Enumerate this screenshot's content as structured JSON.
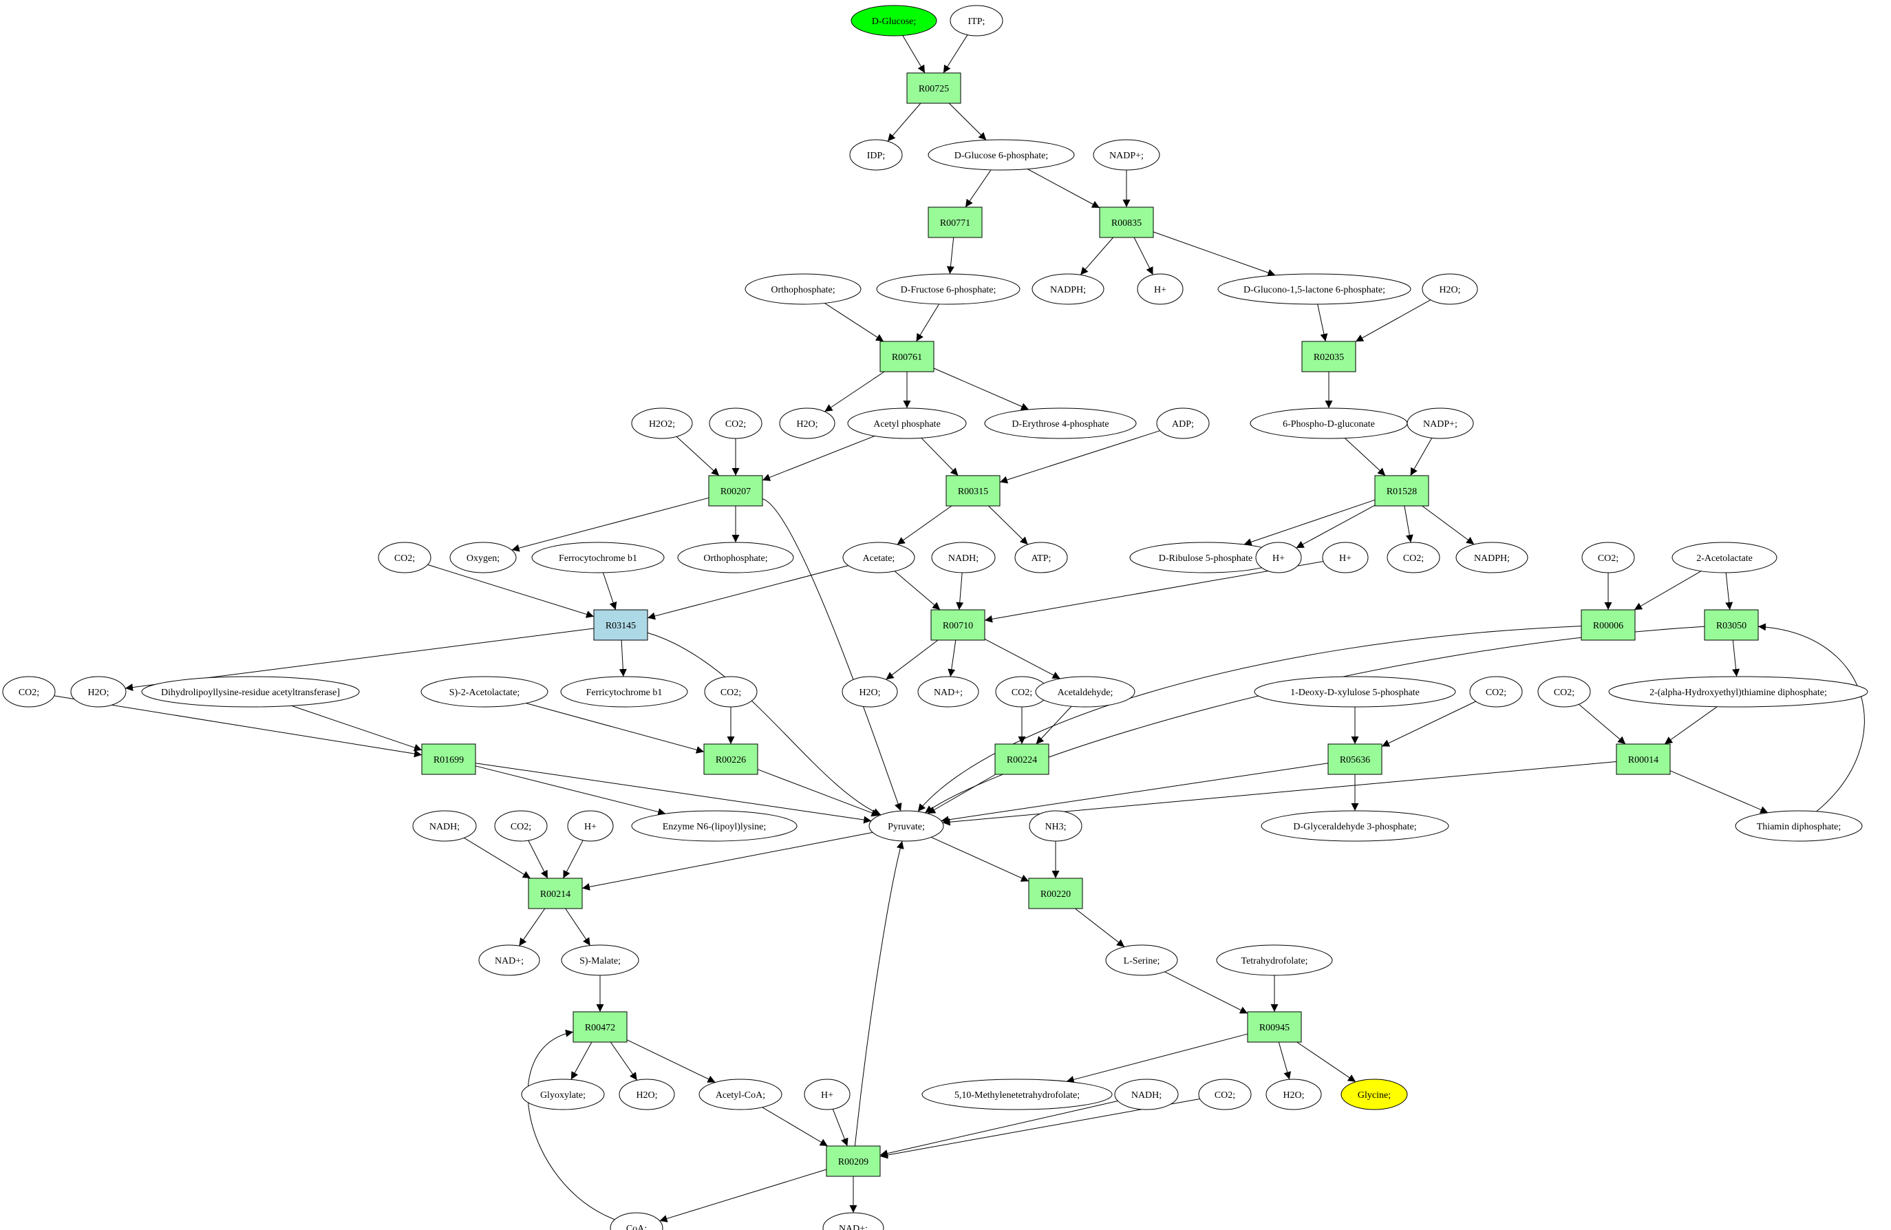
{
  "diagram": {
    "colors": {
      "compound": "#ffffff",
      "source_compound": "#00ff00",
      "target_compound": "#ffff00",
      "reaction": "#98fb98",
      "highlight_reaction": "#add8e6",
      "edge": "#000000"
    },
    "compounds": [
      {
        "id": "c_dglucose",
        "label": "D-Glucose;",
        "role": "source"
      },
      {
        "id": "c_itp",
        "label": "ITP;"
      },
      {
        "id": "c_idp",
        "label": "IDP;"
      },
      {
        "id": "c_g6p",
        "label": "D-Glucose 6-phosphate;"
      },
      {
        "id": "c_nadp1",
        "label": "NADP+;"
      },
      {
        "id": "c_nadph1",
        "label": "NADPH;"
      },
      {
        "id": "c_h1",
        "label": "H+"
      },
      {
        "id": "c_glucono",
        "label": "D-Glucono-1,5-lactone 6-phosphate;"
      },
      {
        "id": "c_h2o1",
        "label": "H2O;"
      },
      {
        "id": "c_ortho1",
        "label": "Orthophosphate;"
      },
      {
        "id": "c_f6p",
        "label": "D-Fructose 6-phosphate;"
      },
      {
        "id": "c_h2o2",
        "label": "H2O2;"
      },
      {
        "id": "c_co2_1",
        "label": "CO2;"
      },
      {
        "id": "c_h2o2b",
        "label": "H2O;"
      },
      {
        "id": "c_acetylp",
        "label": "Acetyl phosphate"
      },
      {
        "id": "c_e4p",
        "label": "D-Erythrose 4-phosphate"
      },
      {
        "id": "c_adp",
        "label": "ADP;"
      },
      {
        "id": "c_6pg",
        "label": "6-Phospho-D-gluconate"
      },
      {
        "id": "c_nadp2",
        "label": "NADP+;"
      },
      {
        "id": "c_co2_2",
        "label": "CO2;"
      },
      {
        "id": "c_oxygen",
        "label": "Oxygen;"
      },
      {
        "id": "c_ferrocyt",
        "label": "Ferrocytochrome b1"
      },
      {
        "id": "c_ortho2",
        "label": "Orthophosphate;"
      },
      {
        "id": "c_acetate",
        "label": "Acetate;"
      },
      {
        "id": "c_nadh1",
        "label": "NADH;"
      },
      {
        "id": "c_atp",
        "label": "ATP;"
      },
      {
        "id": "c_r5p",
        "label": "D-Ribulose 5-phosphate"
      },
      {
        "id": "c_h2",
        "label": "H+"
      },
      {
        "id": "c_h3",
        "label": "H+"
      },
      {
        "id": "c_co2_3",
        "label": "CO2;"
      },
      {
        "id": "c_nadph2",
        "label": "NADPH;"
      },
      {
        "id": "c_co2_4",
        "label": "CO2;"
      },
      {
        "id": "c_2acetolactate",
        "label": "2-Acetolactate"
      },
      {
        "id": "c_co2_5",
        "label": "CO2;"
      },
      {
        "id": "c_h2o3",
        "label": "H2O;"
      },
      {
        "id": "c_dihydro",
        "label": "Dihydrolipoyllysine-residue acetyltransferase]"
      },
      {
        "id": "c_s2acetolactate",
        "label": "S)-2-Acetolactate;"
      },
      {
        "id": "c_ferricyt",
        "label": "Ferricytochrome b1"
      },
      {
        "id": "c_co2_6",
        "label": "CO2;"
      },
      {
        "id": "c_h2o4",
        "label": "H2O;"
      },
      {
        "id": "c_nad1",
        "label": "NAD+;"
      },
      {
        "id": "c_co2_7",
        "label": "CO2;"
      },
      {
        "id": "c_acetaldehyde",
        "label": "Acetaldehyde;"
      },
      {
        "id": "c_deoxyxyl",
        "label": "1-Deoxy-D-xylulose 5-phosphate"
      },
      {
        "id": "c_co2_8",
        "label": "CO2;"
      },
      {
        "id": "c_co2_9",
        "label": "CO2;"
      },
      {
        "id": "c_hydroxyethyl",
        "label": "2-(alpha-Hydroxyethyl)thiamine diphosphate;"
      },
      {
        "id": "c_nadh2",
        "label": "NADH;"
      },
      {
        "id": "c_co2_10",
        "label": "CO2;"
      },
      {
        "id": "c_h4",
        "label": "H+"
      },
      {
        "id": "c_enzyme",
        "label": "Enzyme N6-(lipoyl)lysine;"
      },
      {
        "id": "c_pyruvate",
        "label": "Pyruvate;"
      },
      {
        "id": "c_nh3",
        "label": "NH3;"
      },
      {
        "id": "c_g3p",
        "label": "D-Glyceraldehyde 3-phosphate;"
      },
      {
        "id": "c_thiamin",
        "label": "Thiamin diphosphate;"
      },
      {
        "id": "c_nad2",
        "label": "NAD+;"
      },
      {
        "id": "c_smalate",
        "label": "S)-Malate;"
      },
      {
        "id": "c_lserine",
        "label": "L-Serine;"
      },
      {
        "id": "c_thf",
        "label": "Tetrahydrofolate;"
      },
      {
        "id": "c_glyoxylate",
        "label": "Glyoxylate;"
      },
      {
        "id": "c_h2o5",
        "label": "H2O;"
      },
      {
        "id": "c_acetylcoa",
        "label": "Acetyl-CoA;"
      },
      {
        "id": "c_h5",
        "label": "H+"
      },
      {
        "id": "c_methylene",
        "label": "5,10-Methylenetetrahydrofolate;"
      },
      {
        "id": "c_nadh3",
        "label": "NADH;"
      },
      {
        "id": "c_co2_11",
        "label": "CO2;"
      },
      {
        "id": "c_h2o6",
        "label": "H2O;"
      },
      {
        "id": "c_glycine",
        "label": "Glycine;",
        "role": "target"
      },
      {
        "id": "c_coa",
        "label": "CoA;"
      },
      {
        "id": "c_nad3",
        "label": "NAD+;"
      }
    ],
    "reactions": [
      {
        "id": "r_R00725",
        "label": "R00725"
      },
      {
        "id": "r_R00771",
        "label": "R00771"
      },
      {
        "id": "r_R00835",
        "label": "R00835"
      },
      {
        "id": "r_R00761",
        "label": "R00761"
      },
      {
        "id": "r_R02035",
        "label": "R02035"
      },
      {
        "id": "r_R00207",
        "label": "R00207"
      },
      {
        "id": "r_R00315",
        "label": "R00315"
      },
      {
        "id": "r_R01528",
        "label": "R01528"
      },
      {
        "id": "r_R03145",
        "label": "R03145",
        "role": "highlight"
      },
      {
        "id": "r_R00710",
        "label": "R00710"
      },
      {
        "id": "r_R00006",
        "label": "R00006"
      },
      {
        "id": "r_R03050",
        "label": "R03050"
      },
      {
        "id": "r_R01699",
        "label": "R01699"
      },
      {
        "id": "r_R00226",
        "label": "R00226"
      },
      {
        "id": "r_R00224",
        "label": "R00224"
      },
      {
        "id": "r_R05636",
        "label": "R05636"
      },
      {
        "id": "r_R00014",
        "label": "R00014"
      },
      {
        "id": "r_R00214",
        "label": "R00214"
      },
      {
        "id": "r_R00220",
        "label": "R00220"
      },
      {
        "id": "r_R00472",
        "label": "R00472"
      },
      {
        "id": "r_R00945",
        "label": "R00945"
      },
      {
        "id": "r_R00209",
        "label": "R00209"
      }
    ],
    "edges": [
      {
        "from": "c_dglucose",
        "to": "r_R00725"
      },
      {
        "from": "c_itp",
        "to": "r_R00725"
      },
      {
        "from": "r_R00725",
        "to": "c_idp"
      },
      {
        "from": "r_R00725",
        "to": "c_g6p"
      },
      {
        "from": "c_g6p",
        "to": "r_R00771"
      },
      {
        "from": "c_g6p",
        "to": "r_R00835"
      },
      {
        "from": "c_nadp1",
        "to": "r_R00835"
      },
      {
        "from": "r_R00771",
        "to": "c_f6p"
      },
      {
        "from": "r_R00835",
        "to": "c_nadph1"
      },
      {
        "from": "r_R00835",
        "to": "c_h1"
      },
      {
        "from": "r_R00835",
        "to": "c_glucono"
      },
      {
        "from": "c_ortho1",
        "to": "r_R00761"
      },
      {
        "from": "c_f6p",
        "to": "r_R00761"
      },
      {
        "from": "c_glucono",
        "to": "r_R02035"
      },
      {
        "from": "c_h2o1",
        "to": "r_R02035"
      },
      {
        "from": "r_R00761",
        "to": "c_h2o2b"
      },
      {
        "from": "r_R00761",
        "to": "c_acetylp"
      },
      {
        "from": "r_R00761",
        "to": "c_e4p"
      },
      {
        "from": "r_R02035",
        "to": "c_6pg"
      },
      {
        "from": "c_h2o2",
        "to": "r_R00207"
      },
      {
        "from": "c_co2_1",
        "to": "r_R00207"
      },
      {
        "from": "c_acetylp",
        "to": "r_R00207"
      },
      {
        "from": "c_acetylp",
        "to": "r_R00315"
      },
      {
        "from": "c_adp",
        "to": "r_R00315"
      },
      {
        "from": "c_6pg",
        "to": "r_R01528"
      },
      {
        "from": "c_nadp2",
        "to": "r_R01528"
      },
      {
        "from": "r_R00207",
        "to": "c_oxygen"
      },
      {
        "from": "r_R00207",
        "to": "c_ortho2"
      },
      {
        "from": "r_R00207",
        "to": "c_pyruvate",
        "curve": true
      },
      {
        "from": "r_R00315",
        "to": "c_acetate"
      },
      {
        "from": "r_R00315",
        "to": "c_atp"
      },
      {
        "from": "r_R01528",
        "to": "c_r5p"
      },
      {
        "from": "r_R01528",
        "to": "c_h2"
      },
      {
        "from": "r_R01528",
        "to": "c_co2_3"
      },
      {
        "from": "r_R01528",
        "to": "c_nadph2"
      },
      {
        "from": "c_co2_2",
        "to": "r_R03145"
      },
      {
        "from": "c_ferrocyt",
        "to": "r_R03145"
      },
      {
        "from": "c_acetate",
        "to": "r_R03145"
      },
      {
        "from": "c_acetate",
        "to": "r_R00710"
      },
      {
        "from": "c_nadh1",
        "to": "r_R00710"
      },
      {
        "from": "c_h3",
        "to": "r_R00710"
      },
      {
        "from": "c_co2_4",
        "to": "r_R00006"
      },
      {
        "from": "c_2acetolactate",
        "to": "r_R00006"
      },
      {
        "from": "c_2acetolactate",
        "to": "r_R03050"
      },
      {
        "from": "r_R03145",
        "to": "c_h2o3"
      },
      {
        "from": "r_R03145",
        "to": "c_ferricyt"
      },
      {
        "from": "r_R03145",
        "to": "c_pyruvate",
        "curve": true
      },
      {
        "from": "r_R00710",
        "to": "c_h2o4"
      },
      {
        "from": "r_R00710",
        "to": "c_nad1"
      },
      {
        "from": "r_R00710",
        "to": "c_acetaldehyde"
      },
      {
        "from": "r_R00006",
        "to": "c_pyruvate",
        "curve": true
      },
      {
        "from": "r_R03050",
        "to": "c_pyruvate",
        "curve": true
      },
      {
        "from": "r_R03050",
        "to": "c_hydroxyethyl"
      },
      {
        "from": "c_co2_5",
        "to": "r_R01699"
      },
      {
        "from": "c_dihydro",
        "to": "r_R01699"
      },
      {
        "from": "c_s2acetolactate",
        "to": "r_R00226"
      },
      {
        "from": "c_co2_6",
        "to": "r_R00226"
      },
      {
        "from": "c_co2_7",
        "to": "r_R00224"
      },
      {
        "from": "c_acetaldehyde",
        "to": "r_R00224"
      },
      {
        "from": "c_deoxyxyl",
        "to": "r_R05636"
      },
      {
        "from": "c_co2_8",
        "to": "r_R05636"
      },
      {
        "from": "c_co2_9",
        "to": "r_R00014"
      },
      {
        "from": "c_hydroxyethyl",
        "to": "r_R00014"
      },
      {
        "from": "r_R01699",
        "to": "c_enzyme"
      },
      {
        "from": "r_R01699",
        "to": "c_pyruvate"
      },
      {
        "from": "r_R00226",
        "to": "c_pyruvate"
      },
      {
        "from": "r_R00224",
        "to": "c_pyruvate"
      },
      {
        "from": "r_R05636",
        "to": "c_pyruvate"
      },
      {
        "from": "r_R05636",
        "to": "c_g3p"
      },
      {
        "from": "r_R00014",
        "to": "c_pyruvate"
      },
      {
        "from": "r_R00014",
        "to": "c_thiamin"
      },
      {
        "from": "c_thiamin",
        "to": "r_R03050",
        "curve": true
      },
      {
        "from": "c_nadh2",
        "to": "r_R00214"
      },
      {
        "from": "c_co2_10",
        "to": "r_R00214"
      },
      {
        "from": "c_h4",
        "to": "r_R00214"
      },
      {
        "from": "c_pyruvate",
        "to": "r_R00214"
      },
      {
        "from": "c_pyruvate",
        "to": "r_R00220"
      },
      {
        "from": "c_nh3",
        "to": "r_R00220"
      },
      {
        "from": "r_R00214",
        "to": "c_nad2"
      },
      {
        "from": "r_R00214",
        "to": "c_smalate"
      },
      {
        "from": "r_R00220",
        "to": "c_lserine"
      },
      {
        "from": "c_smalate",
        "to": "r_R00472"
      },
      {
        "from": "c_lserine",
        "to": "r_R00945"
      },
      {
        "from": "c_thf",
        "to": "r_R00945"
      },
      {
        "from": "r_R00472",
        "to": "c_glyoxylate"
      },
      {
        "from": "r_R00472",
        "to": "c_h2o5"
      },
      {
        "from": "r_R00472",
        "to": "c_acetylcoa"
      },
      {
        "from": "r_R00945",
        "to": "c_methylene"
      },
      {
        "from": "r_R00945",
        "to": "c_h2o6"
      },
      {
        "from": "r_R00945",
        "to": "c_glycine"
      },
      {
        "from": "c_acetylcoa",
        "to": "r_R00209"
      },
      {
        "from": "c_h5",
        "to": "r_R00209"
      },
      {
        "from": "c_nadh3",
        "to": "r_R00209"
      },
      {
        "from": "c_co2_11",
        "to": "r_R00209"
      },
      {
        "from": "r_R00209",
        "to": "c_coa"
      },
      {
        "from": "r_R00209",
        "to": "c_nad3"
      },
      {
        "from": "r_R00209",
        "to": "c_pyruvate",
        "curve": true
      },
      {
        "from": "c_coa",
        "to": "r_R00472",
        "curve": true
      }
    ]
  }
}
